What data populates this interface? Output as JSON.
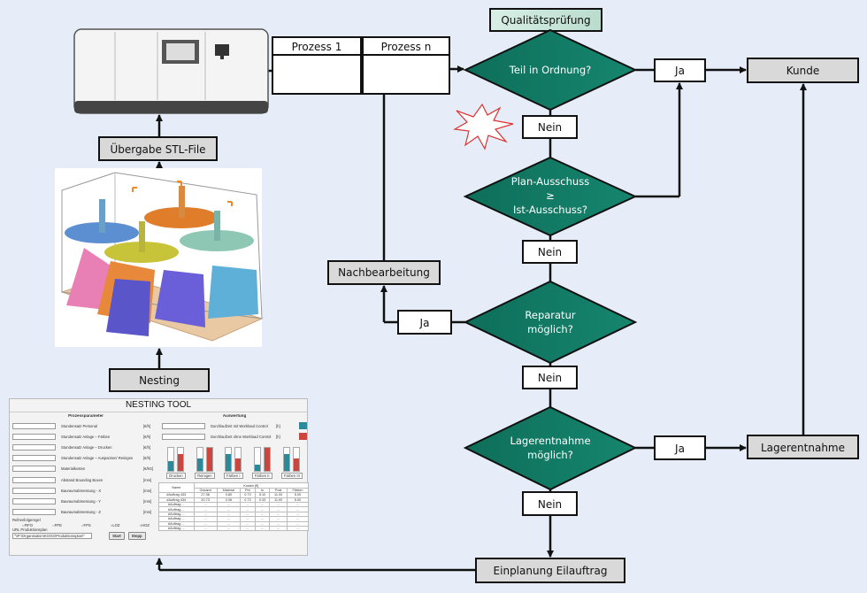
{
  "colors": {
    "background": "#e6edf8",
    "decision": "#127c66",
    "quality_header": "#cfe8de",
    "gray_box": "#d9d9d9",
    "teal": "#2a8a9a",
    "red": "#c9473f"
  },
  "nodes": {
    "ubergabe": "Übergabe STL-File",
    "nesting": "Nesting",
    "prozess1": "Prozess 1",
    "prozessn": "Prozess n",
    "qualitaet": "Qualitätsprüfung",
    "d1": "Teil in Ordnung?",
    "d2": [
      "Plan-Ausschuss",
      "≥",
      "Ist-Ausschuss?"
    ],
    "d3": [
      "Reparatur",
      "möglich?"
    ],
    "d4": [
      "Lagerentnahme",
      "möglich?"
    ],
    "ja": "Ja",
    "nein": "Nein",
    "kunde": "Kunde",
    "nachbearbeitung": "Nachbearbeitung",
    "lagerentnahme": "Lagerentnahme",
    "eilauftrag": "Einplanung Eilauftrag"
  },
  "tool": {
    "title": "NESTING TOOL",
    "left_header": "Prozessparameter",
    "params": [
      {
        "label": "Stundensatz Personal",
        "unit": "[€/h]"
      },
      {
        "label": "Stundensatz Anlage – Färben",
        "unit": "[€/h]"
      },
      {
        "label": "Stundensatz Anlage – Drucken",
        "unit": "[€/h]"
      },
      {
        "label": "Stundensatz Anlage – Auspacken/ Reinigen",
        "unit": "[€/h]"
      },
      {
        "label": "Materialkosten",
        "unit": "[€/kG]"
      },
      {
        "label": "Abstand Bounding Boxen",
        "unit": "[mm]"
      },
      {
        "label": "Bauraumabmessung - X",
        "unit": "[mm]"
      },
      {
        "label": "Bauraumabmessung - Y",
        "unit": "[mm]"
      },
      {
        "label": "Bauraumabmessung - Z",
        "unit": "[mm]"
      }
    ],
    "rule_label": "Reihenfolgeregel",
    "rules": [
      "FIFO",
      "FPE",
      "FPS",
      "LOZ",
      "HOZ"
    ],
    "url_label": "URL Produktionsplan",
    "url_value": "\"\\\\P:\\Organisation\\KOOS\\Produktionsplan\\\"",
    "start": "Start",
    "stop": "Stopp",
    "right_header": "Auswertung",
    "eval": [
      {
        "label": "Durchlaufzeit mit Workload Control",
        "unit": "[h]",
        "color": "#2a8a9a"
      },
      {
        "label": "Durchlaufzeit ohne Workload Control",
        "unit": "[h]",
        "color": "#c9473f"
      }
    ],
    "bars": [
      {
        "label": "Drucken",
        "with": 0.45,
        "without": 0.75
      },
      {
        "label": "Reinigen",
        "with": 0.55,
        "without": 1.0
      },
      {
        "label": "Färben I",
        "with": 0.75,
        "without": 0.55
      },
      {
        "label": "Färben II",
        "with": 0.3,
        "without": 1.0
      },
      {
        "label": "Färben III",
        "with": 0.75,
        "without": 0.55
      }
    ],
    "table": {
      "name_header": "Name",
      "group_header": "Kosten [€]",
      "columns": [
        "Gesamt",
        "Material",
        "Pre",
        "In",
        "Post",
        "Färben"
      ],
      "rows": [
        [
          "#Auftrag 433",
          "27.38",
          "0.80",
          "0.73",
          "5.10",
          "11.00",
          "5.00"
        ],
        [
          "#Auftrag 434",
          "20.73",
          "0.06",
          "0.73",
          "0.33",
          "11.00",
          "5.00"
        ],
        [
          "#Auftrag ...",
          "...",
          "...",
          "...",
          "...",
          "...",
          "..."
        ],
        [
          "#Auftrag ...",
          "...",
          "...",
          "...",
          "...",
          "...",
          "..."
        ],
        [
          "#Auftrag ...",
          "...",
          "...",
          "...",
          "...",
          "...",
          "..."
        ],
        [
          "#Auftrag ...",
          "...",
          "...",
          "...",
          "...",
          "...",
          "..."
        ],
        [
          "#Auftrag ...",
          "...",
          "...",
          "...",
          "...",
          "...",
          "..."
        ],
        [
          "#Auftrag ...",
          "...",
          "...",
          "...",
          "...",
          "...",
          "..."
        ]
      ]
    }
  }
}
